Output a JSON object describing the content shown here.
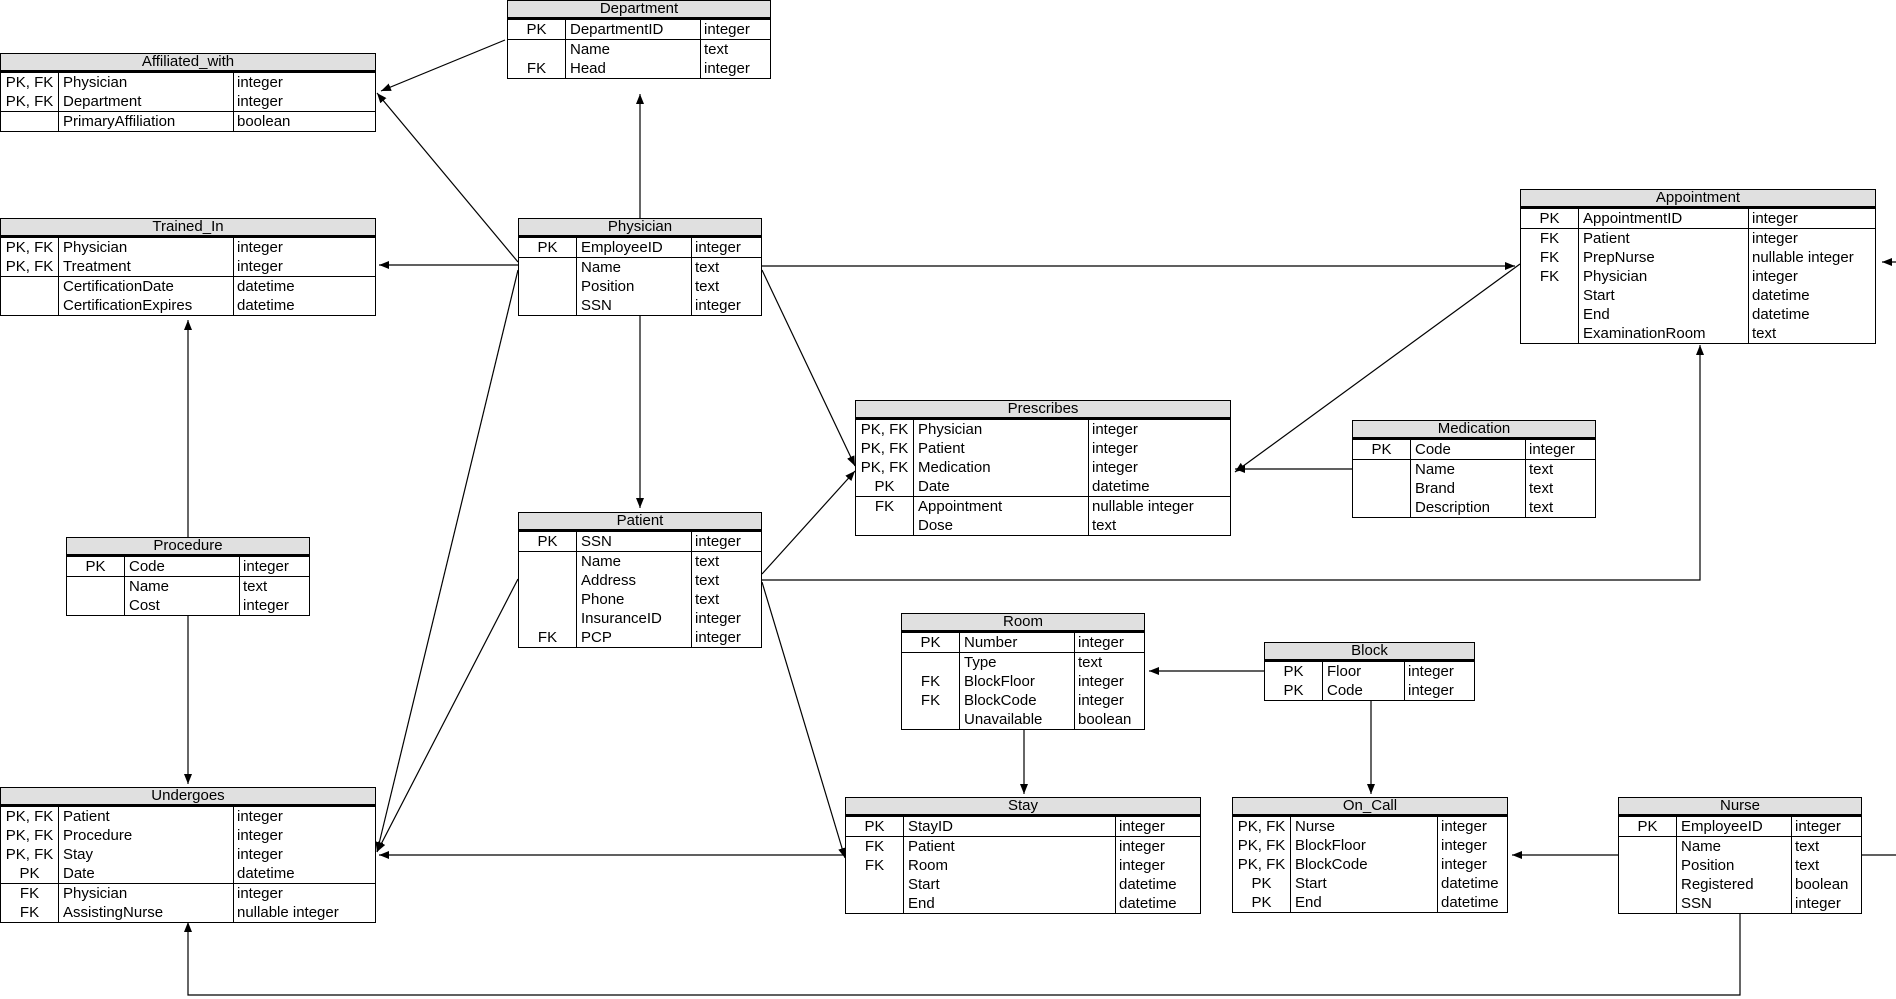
{
  "diagram_data": {
    "entities": [
      {
        "id": "department",
        "name": "Department",
        "sections": [
          [
            {
              "key": "PK",
              "field": "DepartmentID",
              "type": "integer"
            }
          ],
          [
            {
              "key": "",
              "field": "Name",
              "type": "text"
            },
            {
              "key": "FK",
              "field": "Head",
              "type": "integer"
            }
          ]
        ]
      },
      {
        "id": "affiliated_with",
        "name": "Affiliated_with",
        "sections": [
          [
            {
              "key": "PK, FK",
              "field": "Physician",
              "type": "integer"
            },
            {
              "key": "PK, FK",
              "field": "Department",
              "type": "integer"
            }
          ],
          [
            {
              "key": "",
              "field": "PrimaryAffiliation",
              "type": "boolean"
            }
          ]
        ]
      },
      {
        "id": "trained_in",
        "name": "Trained_In",
        "sections": [
          [
            {
              "key": "PK, FK",
              "field": "Physician",
              "type": "integer"
            },
            {
              "key": "PK, FK",
              "field": "Treatment",
              "type": "integer"
            }
          ],
          [
            {
              "key": "",
              "field": "CertificationDate",
              "type": "datetime"
            },
            {
              "key": "",
              "field": "CertificationExpires",
              "type": "datetime"
            }
          ]
        ]
      },
      {
        "id": "physician",
        "name": "Physician",
        "sections": [
          [
            {
              "key": "PK",
              "field": "EmployeeID",
              "type": "integer"
            }
          ],
          [
            {
              "key": "",
              "field": "Name",
              "type": "text"
            },
            {
              "key": "",
              "field": "Position",
              "type": "text"
            },
            {
              "key": "",
              "field": "SSN",
              "type": "integer"
            }
          ]
        ]
      },
      {
        "id": "appointment",
        "name": "Appointment",
        "sections": [
          [
            {
              "key": "PK",
              "field": "AppointmentID",
              "type": "integer"
            }
          ],
          [
            {
              "key": "FK",
              "field": "Patient",
              "type": "integer"
            },
            {
              "key": "FK",
              "field": "PrepNurse",
              "type": "nullable integer"
            },
            {
              "key": "FK",
              "field": "Physician",
              "type": "integer"
            },
            {
              "key": "",
              "field": "Start",
              "type": "datetime"
            },
            {
              "key": "",
              "field": "End",
              "type": "datetime"
            },
            {
              "key": "",
              "field": "ExaminationRoom",
              "type": "text"
            }
          ]
        ]
      },
      {
        "id": "prescribes",
        "name": "Prescribes",
        "sections": [
          [
            {
              "key": "PK, FK",
              "field": "Physician",
              "type": "integer"
            },
            {
              "key": "PK, FK",
              "field": "Patient",
              "type": "integer"
            },
            {
              "key": "PK, FK",
              "field": "Medication",
              "type": "integer"
            },
            {
              "key": "PK",
              "field": "Date",
              "type": "datetime"
            }
          ],
          [
            {
              "key": "FK",
              "field": "Appointment",
              "type": "nullable integer"
            },
            {
              "key": "",
              "field": "Dose",
              "type": "text"
            }
          ]
        ]
      },
      {
        "id": "medication",
        "name": "Medication",
        "sections": [
          [
            {
              "key": "PK",
              "field": "Code",
              "type": "integer"
            }
          ],
          [
            {
              "key": "",
              "field": "Name",
              "type": "text"
            },
            {
              "key": "",
              "field": "Brand",
              "type": "text"
            },
            {
              "key": "",
              "field": "Description",
              "type": "text"
            }
          ]
        ]
      },
      {
        "id": "procedure",
        "name": "Procedure",
        "sections": [
          [
            {
              "key": "PK",
              "field": "Code",
              "type": "integer"
            }
          ],
          [
            {
              "key": "",
              "field": "Name",
              "type": "text"
            },
            {
              "key": "",
              "field": "Cost",
              "type": "integer"
            }
          ]
        ]
      },
      {
        "id": "patient",
        "name": "Patient",
        "sections": [
          [
            {
              "key": "PK",
              "field": "SSN",
              "type": "integer"
            }
          ],
          [
            {
              "key": "",
              "field": "Name",
              "type": "text"
            },
            {
              "key": "",
              "field": "Address",
              "type": "text"
            },
            {
              "key": "",
              "field": "Phone",
              "type": "text"
            },
            {
              "key": "",
              "field": "InsuranceID",
              "type": "integer"
            },
            {
              "key": "FK",
              "field": "PCP",
              "type": "integer"
            }
          ]
        ]
      },
      {
        "id": "room",
        "name": "Room",
        "sections": [
          [
            {
              "key": "PK",
              "field": "Number",
              "type": "integer"
            }
          ],
          [
            {
              "key": "",
              "field": "Type",
              "type": "text"
            },
            {
              "key": "FK",
              "field": "BlockFloor",
              "type": "integer"
            },
            {
              "key": "FK",
              "field": "BlockCode",
              "type": "integer"
            },
            {
              "key": "",
              "field": "Unavailable",
              "type": "boolean"
            }
          ]
        ]
      },
      {
        "id": "block",
        "name": "Block",
        "sections": [
          [
            {
              "key": "PK",
              "field": "Floor",
              "type": "integer"
            },
            {
              "key": "PK",
              "field": "Code",
              "type": "integer"
            }
          ]
        ]
      },
      {
        "id": "undergoes",
        "name": "Undergoes",
        "sections": [
          [
            {
              "key": "PK, FK",
              "field": "Patient",
              "type": "integer"
            },
            {
              "key": "PK, FK",
              "field": "Procedure",
              "type": "integer"
            },
            {
              "key": "PK, FK",
              "field": "Stay",
              "type": "integer"
            },
            {
              "key": "PK",
              "field": "Date",
              "type": "datetime"
            }
          ],
          [
            {
              "key": "FK",
              "field": "Physician",
              "type": "integer"
            },
            {
              "key": "FK",
              "field": "AssistingNurse",
              "type": "nullable integer"
            }
          ]
        ]
      },
      {
        "id": "stay",
        "name": "Stay",
        "sections": [
          [
            {
              "key": "PK",
              "field": "StayID",
              "type": "integer"
            }
          ],
          [
            {
              "key": "FK",
              "field": "Patient",
              "type": "integer"
            },
            {
              "key": "FK",
              "field": "Room",
              "type": "integer"
            },
            {
              "key": "",
              "field": "Start",
              "type": "datetime"
            },
            {
              "key": "",
              "field": "End",
              "type": "datetime"
            }
          ]
        ]
      },
      {
        "id": "on_call",
        "name": "On_Call",
        "sections": [
          [
            {
              "key": "PK, FK",
              "field": "Nurse",
              "type": "integer"
            },
            {
              "key": "PK, FK",
              "field": "BlockFloor",
              "type": "integer"
            },
            {
              "key": "PK, FK",
              "field": "BlockCode",
              "type": "integer"
            },
            {
              "key": "PK",
              "field": "Start",
              "type": "datetime"
            },
            {
              "key": "PK",
              "field": "End",
              "type": "datetime"
            }
          ]
        ]
      },
      {
        "id": "nurse",
        "name": "Nurse",
        "sections": [
          [
            {
              "key": "PK",
              "field": "EmployeeID",
              "type": "integer"
            }
          ],
          [
            {
              "key": "",
              "field": "Name",
              "type": "text"
            },
            {
              "key": "",
              "field": "Position",
              "type": "text"
            },
            {
              "key": "",
              "field": "Registered",
              "type": "boolean"
            },
            {
              "key": "",
              "field": "SSN",
              "type": "integer"
            }
          ]
        ]
      }
    ],
    "relationships": [
      {
        "from": "department",
        "to": "affiliated_with"
      },
      {
        "from": "physician",
        "to": "department"
      },
      {
        "from": "physician",
        "to": "affiliated_with"
      },
      {
        "from": "physician",
        "to": "trained_in"
      },
      {
        "from": "physician",
        "to": "patient"
      },
      {
        "from": "physician",
        "to": "appointment"
      },
      {
        "from": "physician",
        "to": "prescribes"
      },
      {
        "from": "physician",
        "to": "undergoes"
      },
      {
        "from": "procedure",
        "to": "trained_in"
      },
      {
        "from": "procedure",
        "to": "undergoes"
      },
      {
        "from": "appointment",
        "to": "prescribes"
      },
      {
        "from": "medication",
        "to": "prescribes"
      },
      {
        "from": "patient",
        "to": "prescribes"
      },
      {
        "from": "patient",
        "to": "appointment"
      },
      {
        "from": "patient",
        "to": "undergoes"
      },
      {
        "from": "patient",
        "to": "stay"
      },
      {
        "from": "block",
        "to": "room"
      },
      {
        "from": "block",
        "to": "on_call"
      },
      {
        "from": "room",
        "to": "stay"
      },
      {
        "from": "stay",
        "to": "undergoes"
      },
      {
        "from": "nurse",
        "to": "on_call"
      },
      {
        "from": "nurse",
        "to": "appointment"
      },
      {
        "from": "nurse",
        "to": "undergoes"
      }
    ]
  }
}
